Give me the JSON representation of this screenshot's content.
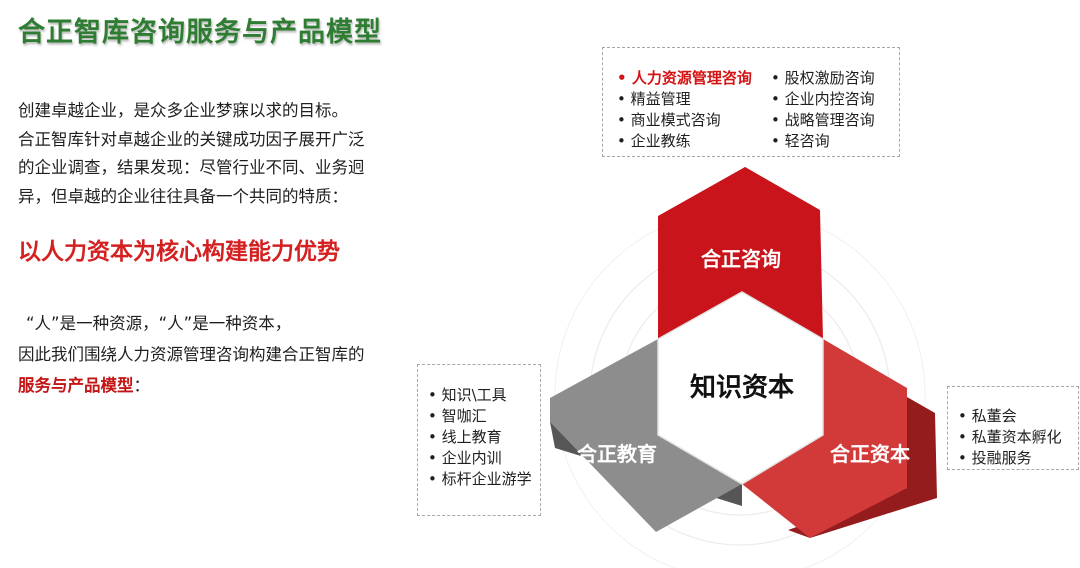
{
  "title": "合正智库咨询服务与产品模型",
  "intro_lines": [
    "创建卓越企业，是众多企业梦寐以求的目标。",
    "合正智库针对卓越企业的关键成功因子展开广泛",
    "的企业调查，结果发现：尽管行业不同、业务迥",
    "异，但卓越的企业往往具备一个共同的特质："
  ],
  "slogan": "以人力资本为核心构建能力优势",
  "para2": {
    "line1": "“人”是一种资源，“人”是一种资本，",
    "line2": "因此我们围绕人力资源管理咨询构建合正智库的",
    "highlight": "服务与产品模型",
    "end": "："
  },
  "diagram": {
    "center": "知识资本",
    "top": "合正咨询",
    "left": "合正教育",
    "right": "合正资本",
    "colors": {
      "red": "#c8141a",
      "red_dark": "#8c0b10",
      "gray": "#8d8d8d",
      "gray_dark": "#565656",
      "lightred": "#d23a3a",
      "lightred_dark": "#951c1c"
    }
  },
  "boxes": {
    "top": {
      "col1": [
        "人力资源管理咨询",
        "精益管理",
        "商业模式咨询",
        "企业教练"
      ],
      "col2": [
        "股权激励咨询",
        "企业内控咨询",
        "战略管理咨询",
        "轻咨询"
      ]
    },
    "left": [
      "知识\\工具",
      "智咖汇",
      "线上教育",
      "企业内训",
      "标杆企业游学"
    ],
    "right": [
      "私董会",
      "私董资本孵化",
      "投融服务"
    ]
  }
}
